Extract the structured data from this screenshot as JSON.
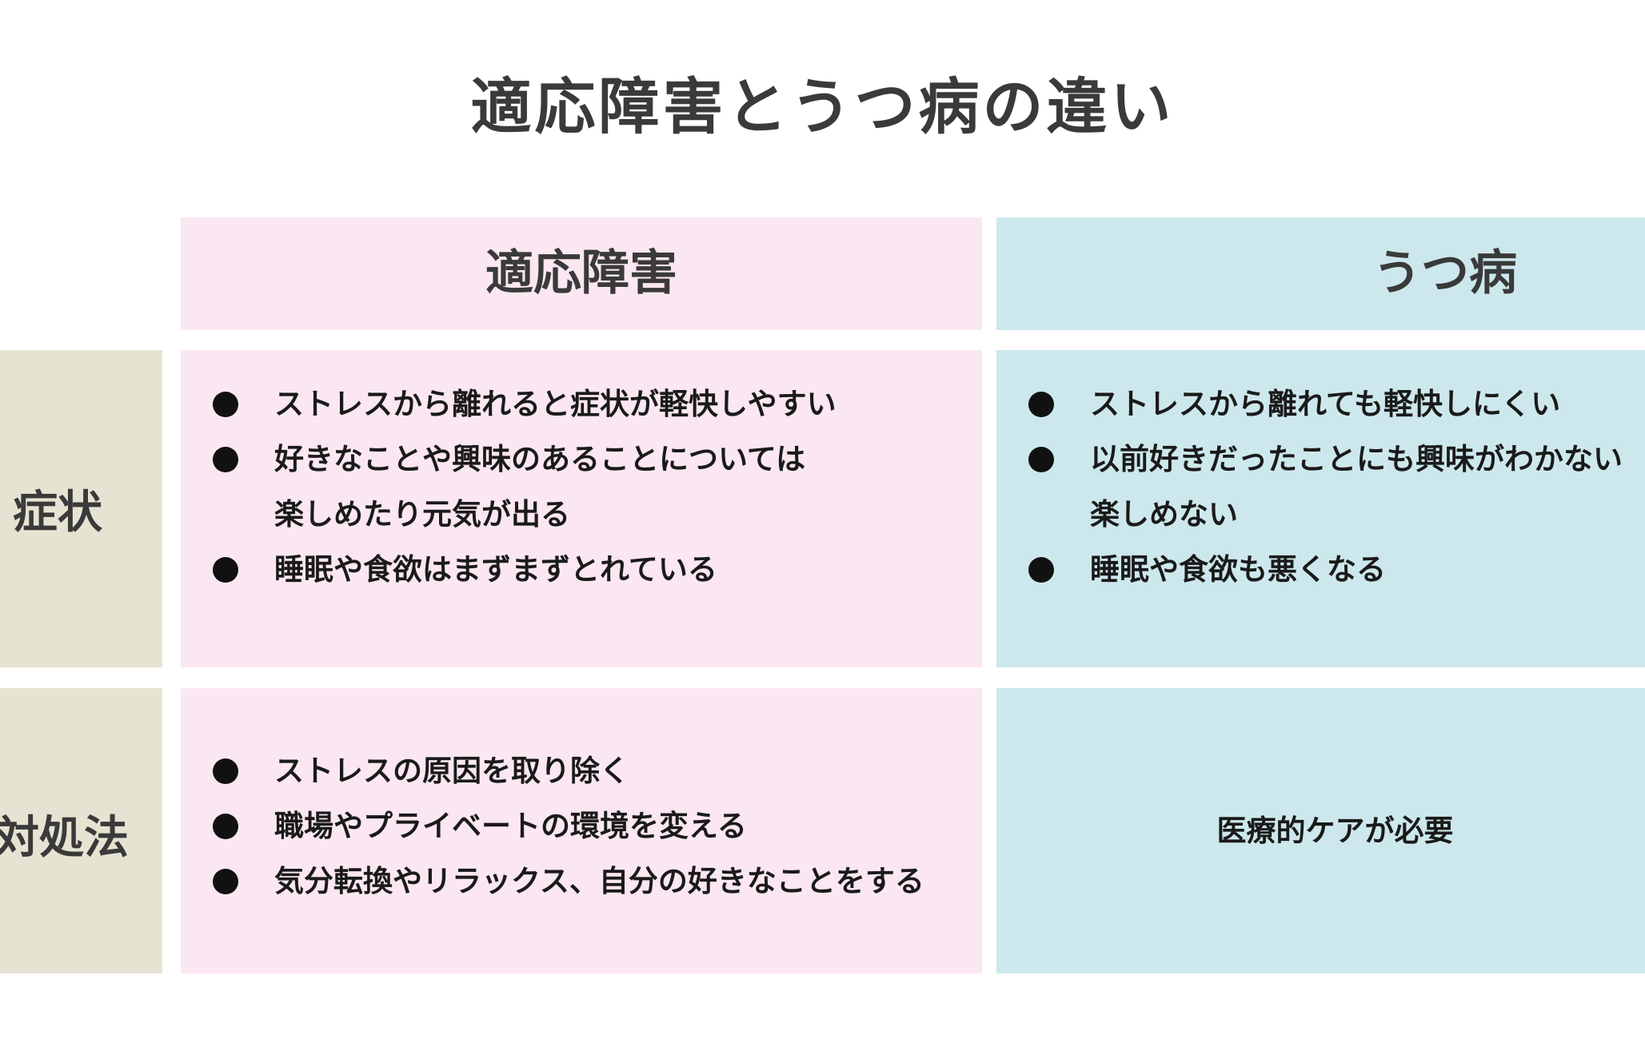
{
  "title": "適応障害とうつ病の違い",
  "columns": {
    "adjustment": "適応障害",
    "depression": "うつ病"
  },
  "rows": {
    "symptoms": {
      "label": "症状",
      "adjustment": [
        "ストレスから離れると症状が軽快しやすい",
        "好きなことや興味のあることについては",
        "楽しめたり元気が出る",
        "睡眠や食欲はまずまずとれている"
      ],
      "depression": [
        "ストレスから離れても軽快しにくい",
        "以前好きだったことにも興味がわかない",
        "楽しめない",
        "睡眠や食欲も悪くなる"
      ]
    },
    "treatment": {
      "label": "対処法",
      "adjustment": [
        "ストレスの原因を取り除く",
        "職場やプライベートの環境を変える",
        "気分転換やリラックス、自分の好きなことをする"
      ],
      "depression": "医療的ケアが必要"
    }
  },
  "colors": {
    "adjustment_bg": "#fbe7f1",
    "depression_bg": "#cde8ec",
    "row_label_bg": "#e6e3d3",
    "text": "#333333"
  }
}
